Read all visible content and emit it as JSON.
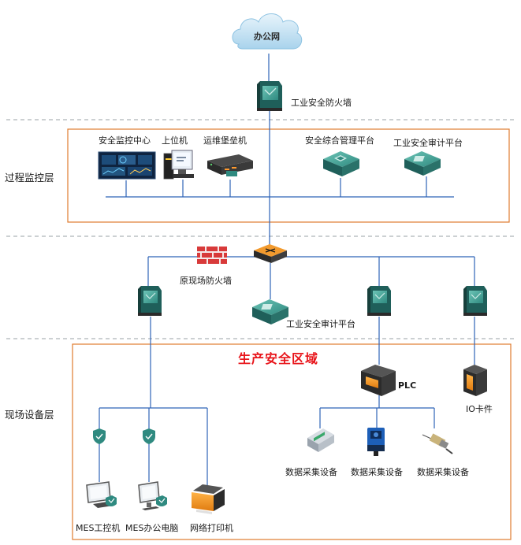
{
  "cloud": {
    "label": "办公网"
  },
  "layers": {
    "process": "过程监控层",
    "field": "现场设备层"
  },
  "zone": {
    "title": "生产安全区域"
  },
  "devices": {
    "industrial_firewall": "工业安全防火墙",
    "monitor_center": "安全监控中心",
    "upper_computer": "上位机",
    "bastion_host": "运维堡垒机",
    "mgmt_platform": "安全综合管理平台",
    "audit_platform_top": "工业安全审计平台",
    "legacy_firewall": "原现场防火墙",
    "audit_platform_mid": "工业安全审计平台",
    "plc": "PLC",
    "io_card": "IO卡件",
    "daq_1": "数据采集设备",
    "daq_2": "数据采集设备",
    "daq_3": "数据采集设备",
    "mes_workstation": "MES工控机",
    "mes_office_pc": "MES办公电脑",
    "network_printer": "网络打印机"
  },
  "colors": {
    "teal_dark": "#1f5f5a",
    "teal": "#2f8a80",
    "teal_light": "#55b3a6",
    "line_blue": "#2e63b8",
    "box_orange": "#e07b2e",
    "zone_red": "#e8141a",
    "dash_gray": "#9aa0a6"
  }
}
